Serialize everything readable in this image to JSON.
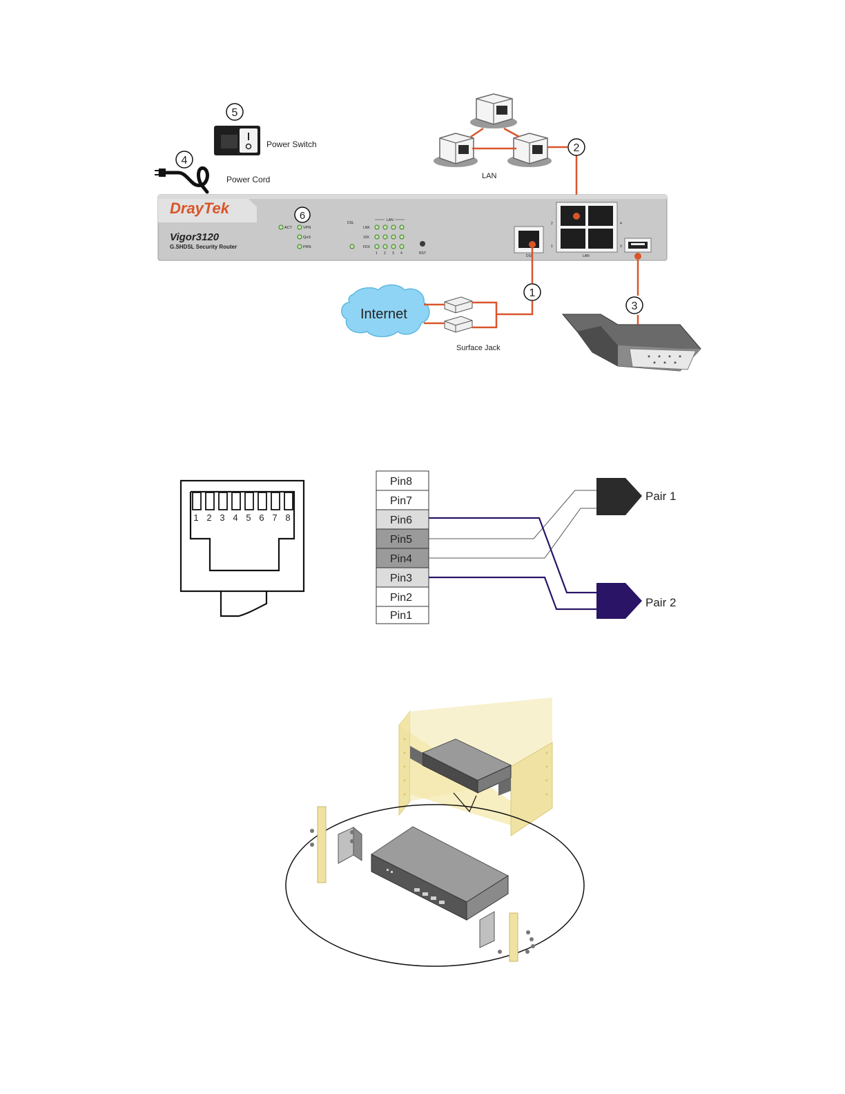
{
  "figure1": {
    "callouts": [
      "1",
      "2",
      "3",
      "4",
      "5",
      "6"
    ],
    "labels": {
      "power_switch": "Power Switch",
      "power_cord": "Power Cord",
      "lan_network": "LAN",
      "internet": "Internet",
      "surface_jack": "Surface Jack"
    },
    "router": {
      "brand": "DrayTek",
      "model": "Vigor3120",
      "subtitle": "G.SHDSL Security Router",
      "leds_left": [
        "ACT",
        "VPN",
        "QoS",
        "PRN"
      ],
      "dsl_label": "DSL",
      "lan_header": "LAN",
      "lan_rows": [
        "LNK",
        "10X",
        "FDX"
      ],
      "lan_ports": [
        "1",
        "2",
        "3",
        "4"
      ],
      "rst": "RST",
      "dsl_port_label": "DSL",
      "lan_port_label": "LAN",
      "lan_port_numbers": [
        "2",
        "4",
        "1",
        "3"
      ],
      "usb_number": "3"
    },
    "colors": {
      "cable": "#d9542a",
      "cloud": "#8fd4f4",
      "router_body": "#c9c9c9",
      "brand": "#d9542a"
    }
  },
  "figure2": {
    "jack_pins": [
      "1",
      "2",
      "3",
      "4",
      "5",
      "6",
      "7",
      "8"
    ],
    "pins": [
      "Pin8",
      "Pin7",
      "Pin6",
      "Pin5",
      "Pin4",
      "Pin3",
      "Pin2",
      "Pin1"
    ],
    "pairs": [
      "Pair 1",
      "Pair 2"
    ],
    "colors": {
      "pair1": "#2b2b2b",
      "pair2": "#2a1466"
    }
  },
  "figure3": {
    "colors": {
      "rack": "#f3e7a6"
    }
  }
}
